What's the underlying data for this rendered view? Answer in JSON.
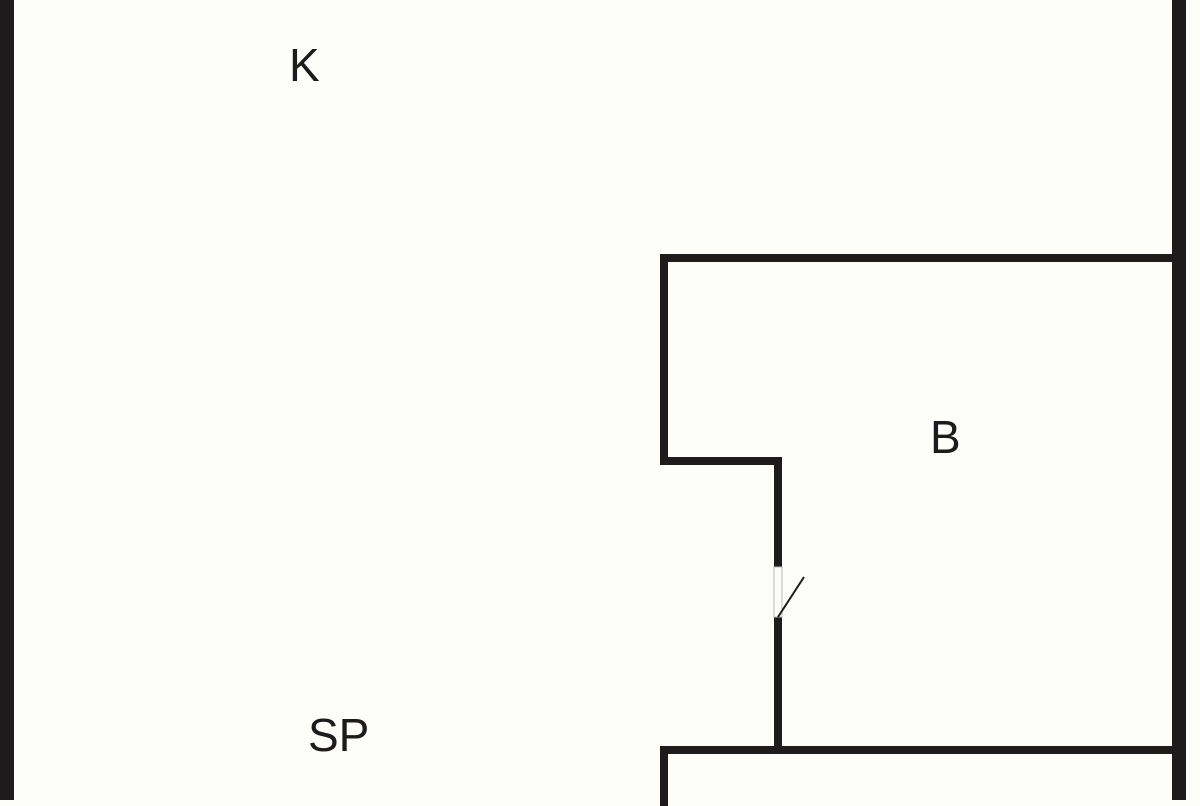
{
  "floorplan": {
    "rooms": [
      {
        "id": "kitchen",
        "label": "K"
      },
      {
        "id": "bedroom",
        "label": "B"
      },
      {
        "id": "space",
        "label": "SP"
      }
    ],
    "colors": {
      "wall": "#1d1b1c",
      "background": "#fdfefa"
    }
  }
}
